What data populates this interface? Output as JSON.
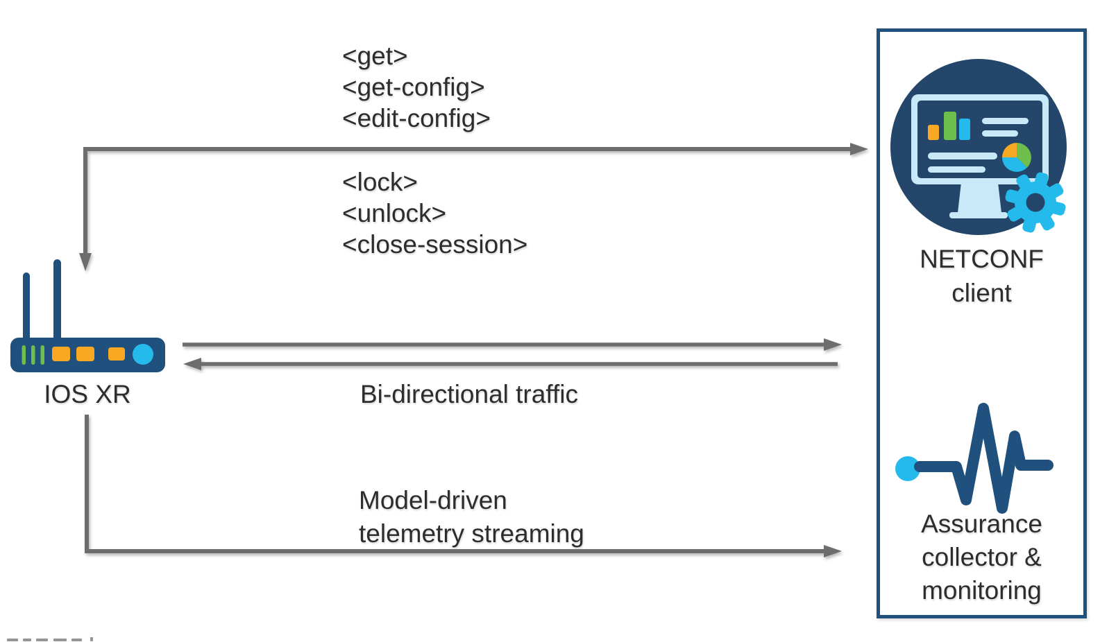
{
  "diagram": {
    "rpc_operations": [
      "<get>",
      "<get-config>",
      "<edit-config>"
    ],
    "session_operations": [
      "<lock>",
      "<unlock>",
      "<close-session>"
    ],
    "router_label": "IOS XR",
    "bidirectional_label": "Bi-directional traffic",
    "telemetry_label_line1": "Model-driven",
    "telemetry_label_line2": "telemetry streaming",
    "netconf_client_line1": "NETCONF",
    "netconf_client_line2": "client",
    "assurance_line1": "Assurance",
    "assurance_line2": "collector &",
    "assurance_line3": "monitoring"
  },
  "colors": {
    "navy": "#20507d",
    "navy-deep": "#24466b",
    "cyan": "#24baec",
    "light-blue": "#c9e9f8",
    "orange": "#f8a823",
    "green": "#6dbe4b",
    "arrow-gray": "#6d6d6d",
    "text": "#2d2d2d"
  }
}
